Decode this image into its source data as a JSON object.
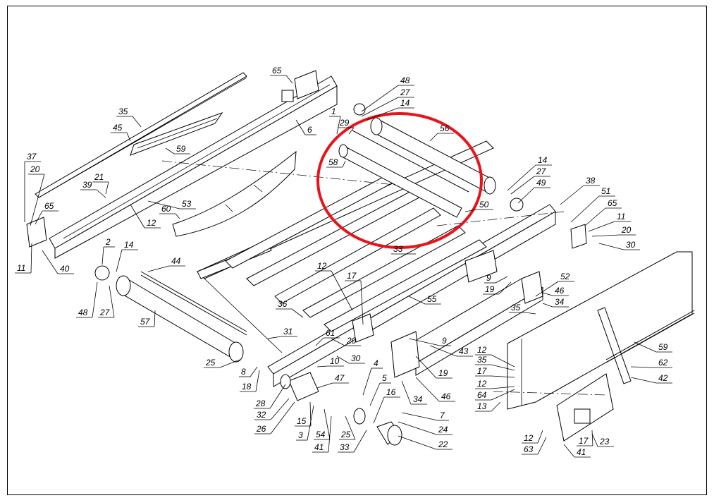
{
  "highlight_color": "#e8141c",
  "labels": [
    "65",
    "48",
    "27",
    "14",
    "35",
    "45",
    "1",
    "29",
    "56",
    "6",
    "59",
    "37",
    "20",
    "21",
    "39",
    "58",
    "14",
    "27",
    "49",
    "38",
    "51",
    "65",
    "11",
    "20",
    "30",
    "60",
    "53",
    "12",
    "50",
    "65",
    "11",
    "40",
    "2",
    "14",
    "44",
    "33",
    "12",
    "17",
    "9",
    "19",
    "52",
    "46",
    "34",
    "48",
    "27",
    "35",
    "57",
    "36",
    "55",
    "31",
    "61",
    "20",
    "25",
    "10",
    "30",
    "8",
    "18",
    "9",
    "43",
    "12",
    "35",
    "19",
    "4",
    "5",
    "17",
    "12",
    "59",
    "28",
    "47",
    "46",
    "16",
    "64",
    "13",
    "62",
    "42",
    "32",
    "26",
    "15",
    "34",
    "7",
    "3",
    "54",
    "25",
    "24",
    "41",
    "33",
    "22",
    "12",
    "63",
    "17",
    "23",
    "41"
  ]
}
